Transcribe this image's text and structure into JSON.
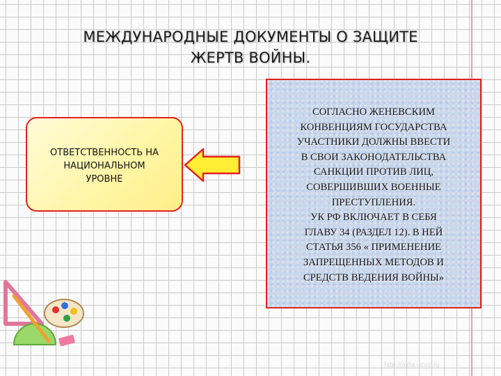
{
  "slide": {
    "title_line1": "МЕЖДУНАРОДНЫЕ  ДОКУМЕНТЫ  О ЗАЩИТЕ",
    "title_line2": "ЖЕРТВ ВОЙНЫ.",
    "left_box": {
      "lines": [
        "ОТВЕТСТВЕННОСТЬ  НА",
        "НАЦИОНАЛЬНОМ",
        "УРОВНЕ"
      ]
    },
    "right_box": {
      "lines": [
        "СОГЛАСНО ЖЕНЕВСКИМ",
        "КОНВЕНЦИЯМ ГОСУДАРСТВА",
        "УЧАСТНИКИ  ДОЛЖНЫ ВВЕСТИ",
        "В СВОИ  ЗАКОНОДАТЕЛЬСТВА",
        "САНКЦИИ ПРОТИВ ЛИЦ,",
        "СОВЕРШИВШИХ ВОЕННЫЕ",
        "ПРЕСТУПЛЕНИЯ.",
        "УК  РФ ВКЛЮЧАЕТ В СЕБЯ",
        "ГЛАВУ 34 (РАЗДЕЛ 12). В НЕЙ",
        "СТАТЬЯ 356 « ПРИМЕНЕНИЕ",
        "ЗАПРЕЩЕННЫХ МЕТОДОВ И",
        "СРЕДСТВ ВЕДЕНИЯ ВОЙНЫ»"
      ]
    },
    "watermark": "http://aida.ucoz.ru",
    "colors": {
      "box_border": "#e52020",
      "left_box_fill": "#fff6a8",
      "arrow_fill": "#ffee33",
      "right_box_fill": "#c8d7ec"
    },
    "icons": {
      "arrow": "left-arrow-icon",
      "decoration": "school-supplies-icon"
    }
  }
}
